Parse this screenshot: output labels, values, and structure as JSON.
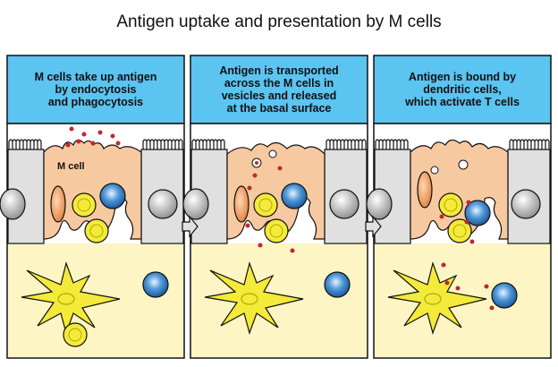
{
  "title": "Antigen uptake and presentation by M cells",
  "panels": [
    {
      "caption": "M cells take up antigen\nby endocytosis\nand phagocytosis"
    },
    {
      "caption": "Antigen is transported\nacross the M cells in\nvesicles and released\nat the basal surface"
    },
    {
      "caption": "Antigen is bound by\ndendritic cells,\nwhich activate T cells"
    }
  ],
  "labels": {
    "m_cell": "M cell"
  },
  "colors": {
    "caption_bg": "#5bc4f0",
    "epithelium": "#e0e0e0",
    "m_cell": "#f7c9a0",
    "lamina_propria": "#fdf5c4",
    "lymphocyte": "#f3ea3a",
    "t_cell": "#1c6ab8",
    "antigen": "#c0282d",
    "nucleus": "#f0a060"
  }
}
